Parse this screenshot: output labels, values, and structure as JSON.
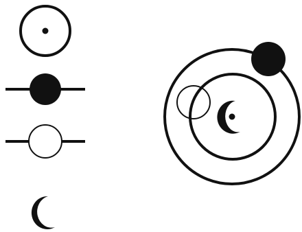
{
  "colors": {
    "ink": "#111111",
    "background": "#ffffff"
  },
  "legend": [
    {
      "symbol": "circled-dot-icon"
    },
    {
      "symbol": "filled-circle-on-line-icon"
    },
    {
      "symbol": "hollow-circle-on-line-icon"
    },
    {
      "symbol": "crescent-moon-icon"
    }
  ],
  "main_diagram": {
    "elements": [
      "outer-ring",
      "inner-ring",
      "hollow-overlapping-circle",
      "filled-circle-on-outer-ring",
      "center-crescent-with-dot"
    ]
  }
}
